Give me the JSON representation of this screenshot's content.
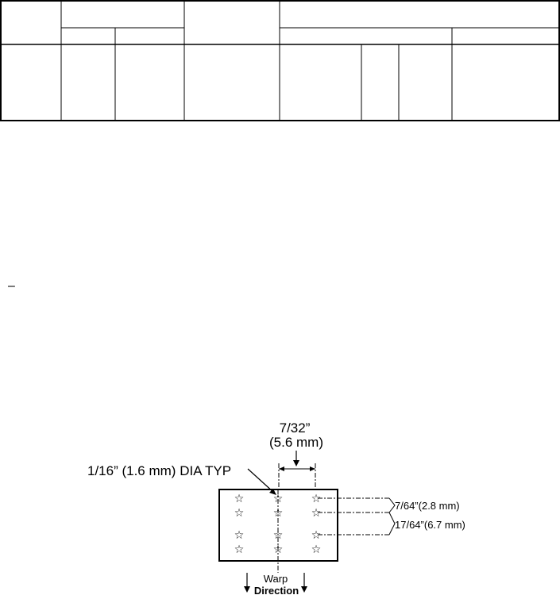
{
  "table": {
    "columns": [
      {
        "label": ""
      },
      {
        "label": "",
        "sub": [
          "",
          ""
        ]
      },
      {
        "label": ""
      },
      {
        "label": "",
        "sub": [
          "",
          "",
          "",
          ""
        ]
      }
    ]
  },
  "stray_mark": "–",
  "figure": {
    "dim_top_inch": "7/32”",
    "dim_top_mm": "(5.6 mm)",
    "hole_callout": "1/16” (1.6 mm) DIA TYP",
    "dim_right_1": "7/64”(2.8 mm)",
    "dim_right_2": "17/64”(6.7 mm)",
    "warp_line1": "Warp",
    "warp_line2": "Direction",
    "star_symbol": "☆"
  }
}
